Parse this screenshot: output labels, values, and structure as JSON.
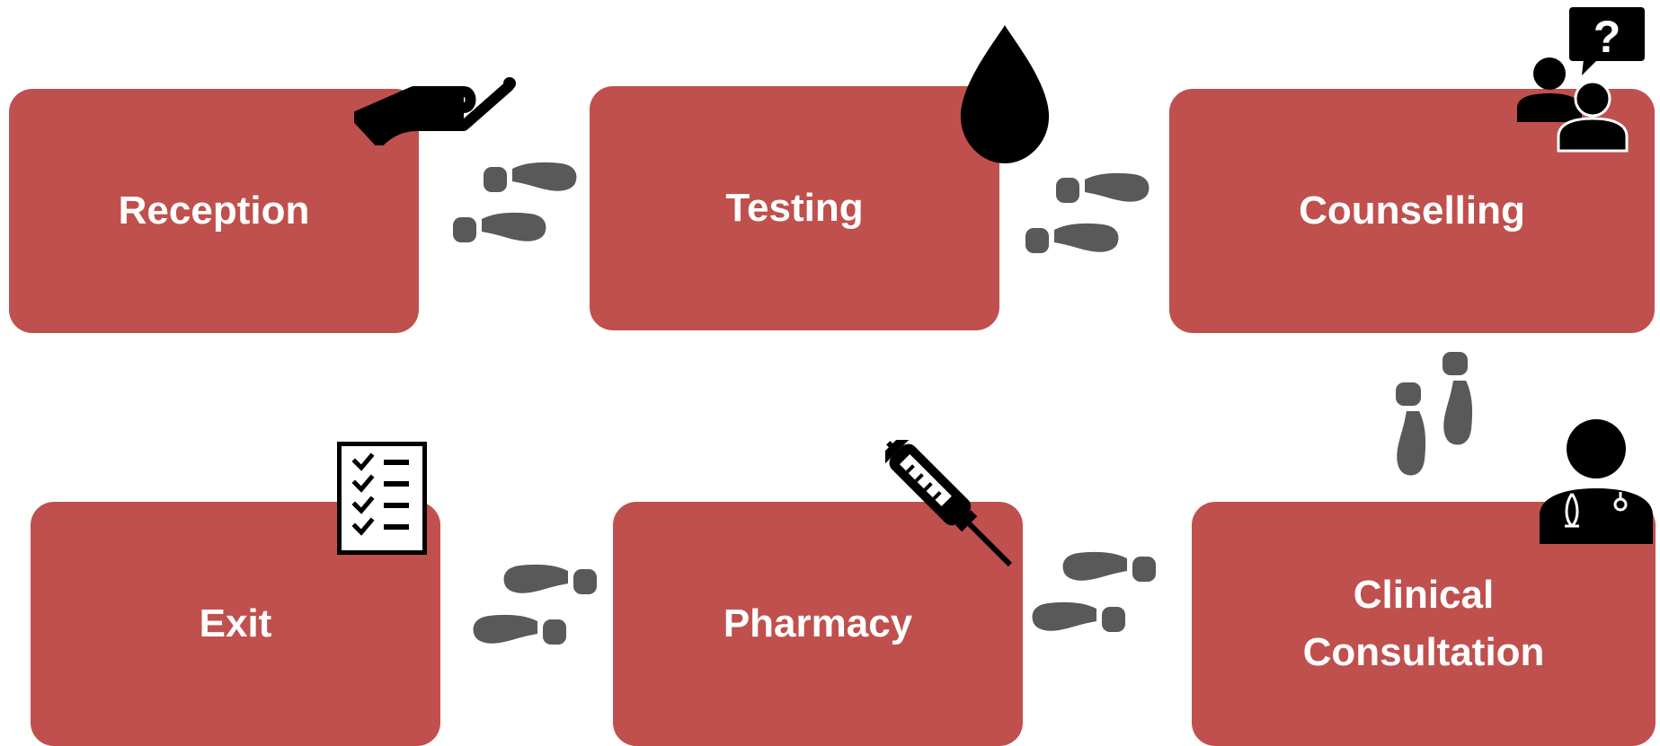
{
  "colors": {
    "box": "#C0504D",
    "label": "#FFFFFF",
    "footprint": "#595959",
    "icon": "#000000"
  },
  "steps": [
    {
      "label": "Reception",
      "icon": "hand-icon"
    },
    {
      "label": "Testing",
      "icon": "blood-drop-icon"
    },
    {
      "label": "Counselling",
      "icon": "counselling-icon"
    },
    {
      "label": "Clinical Consultation",
      "lines": [
        "Clinical",
        "Consultation"
      ],
      "icon": "doctor-icon"
    },
    {
      "label": "Pharmacy",
      "icon": "syringe-icon"
    },
    {
      "label": "Exit",
      "icon": "checklist-icon"
    }
  ],
  "connectors": [
    "footprints-icon",
    "footprints-icon",
    "footprints-icon",
    "footprints-icon",
    "footprints-icon"
  ]
}
